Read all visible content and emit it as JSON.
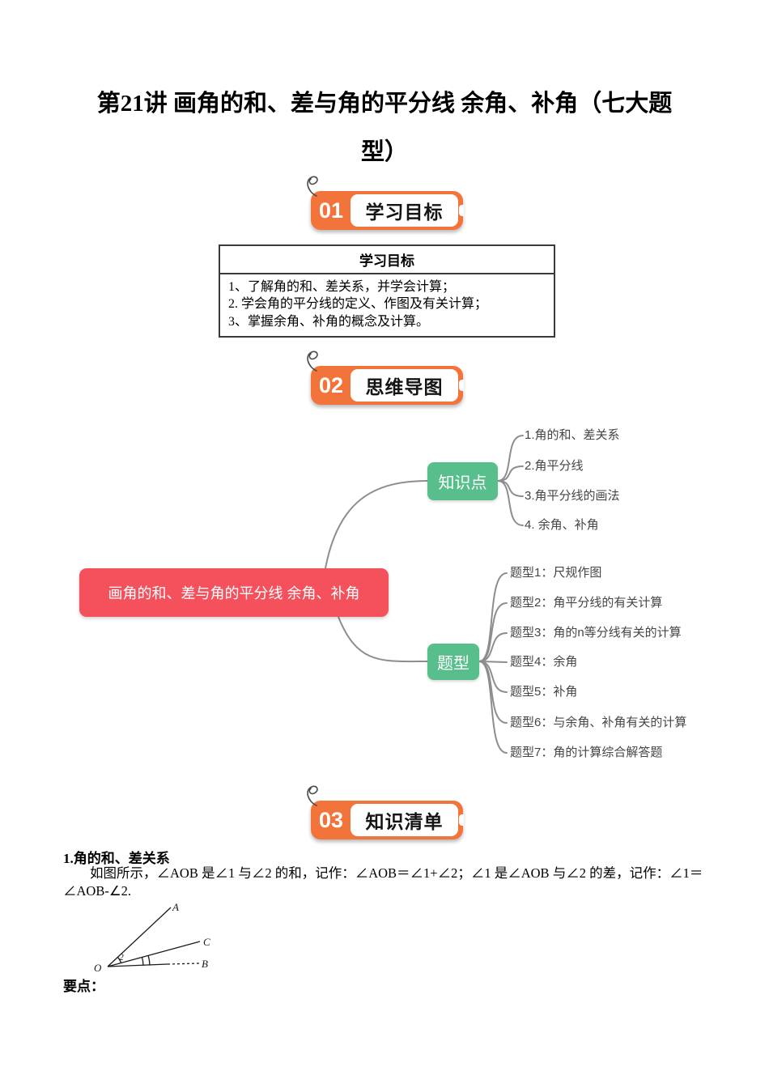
{
  "title": {
    "line1": "第21讲 画角的和、差与角的平分线 余角、补角（七大题",
    "line2": "型）"
  },
  "badges": [
    {
      "num": "01",
      "label": "学习目标"
    },
    {
      "num": "02",
      "label": "思维导图"
    },
    {
      "num": "03",
      "label": "知识清单"
    }
  ],
  "objectives": {
    "header": "学习目标",
    "items": [
      "1、了解角的和、差关系，并学会计算；",
      "2.  学会角的平分线的定义、作图及有关计算；",
      "3、掌握余角、补角的概念及计算。"
    ]
  },
  "mindmap": {
    "root": "画角的和、差与角的平分线 余角、补角",
    "branch1": {
      "label": "知识点",
      "items": [
        "1.角的和、差关系",
        "2.角平分线",
        "3.角平分线的画法",
        "4. 余角、补角"
      ]
    },
    "branch2": {
      "label": "题型",
      "items": [
        "题型1：尺规作图",
        "题型2：角平分线的有关计算",
        "题型3：角的n等分线有关的计算",
        "题型4：余角",
        "题型5：补角",
        "题型6：与余角、补角有关的计算",
        "题型7：角的计算综合解答题"
      ]
    },
    "colors": {
      "root_bg": "#f4515c",
      "branch_bg": "#57be8c",
      "line": "#8d8d8d"
    }
  },
  "knowledge": {
    "heading": "1.角的和、差关系",
    "paragraph": "如图所示，∠AOB 是∠1 与∠2 的和，记作：∠AOB＝∠1+∠2；∠1 是∠AOB 与∠2 的差，记作：∠1＝∠AOB-∠2.",
    "keypoints": "要点：",
    "figure": {
      "label_o": "O",
      "label_a": "A",
      "label_b": "B",
      "label_c": "C",
      "angle_label": "2"
    }
  },
  "colors": {
    "badge_orange": "#f3743b"
  }
}
